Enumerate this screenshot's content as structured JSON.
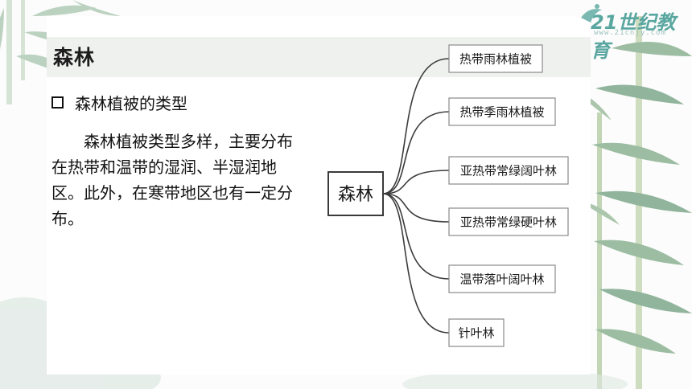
{
  "slide": {
    "title": "森林",
    "bullet": "森林植被的类型",
    "body": "森林植被类型多样，主要分布在热带和温带的湿润、半湿润地区。此外，在寒带地区也有一定分布。"
  },
  "logo": {
    "text": "21世纪教育",
    "url": "www.21cnjy.com"
  },
  "mindmap": {
    "root": "森林",
    "branches": [
      "热带雨林植被",
      "热带季雨林植被",
      "亚热带常绿阔叶林",
      "亚热带常绿硬叶林",
      "温带落叶阔叶林",
      "针叶林"
    ]
  },
  "colors": {
    "bamboo": "#7fa88c",
    "line": "#3c3c3c",
    "logo": "#5aa6a0"
  }
}
